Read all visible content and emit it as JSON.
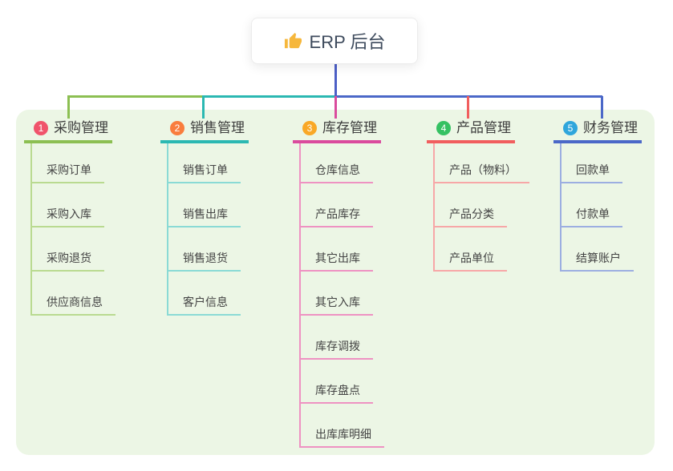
{
  "root": {
    "icon": "thumbs-up-icon",
    "label": "ERP 后台"
  },
  "branches": [
    {
      "index": "1",
      "label": "采购管理",
      "colors": {
        "main": "#8cbf52",
        "light": "#b9da90",
        "badge": "#f0536b"
      },
      "children": [
        "采购订单",
        "采购入库",
        "采购退货",
        "供应商信息"
      ]
    },
    {
      "index": "2",
      "label": "销售管理",
      "colors": {
        "main": "#2bb8b2",
        "light": "#8adad5",
        "badge": "#f97d3d"
      },
      "children": [
        "销售订单",
        "销售出库",
        "销售退货",
        "客户信息"
      ]
    },
    {
      "index": "3",
      "label": "库存管理",
      "colors": {
        "main": "#da4b9d",
        "light": "#ee92c2",
        "badge": "#f9a826"
      },
      "children": [
        "仓库信息",
        "产品库存",
        "其它出库",
        "其它入库",
        "库存调拨",
        "库存盘点",
        "出库库明细"
      ]
    },
    {
      "index": "4",
      "label": "产品管理",
      "colors": {
        "main": "#f15e5e",
        "light": "#f7a7a7",
        "badge": "#35c162"
      },
      "children": [
        "产品（物料）",
        "产品分类",
        "产品单位"
      ]
    },
    {
      "index": "5",
      "label": "财务管理",
      "colors": {
        "main": "#4b68c8",
        "light": "#9caee1",
        "badge": "#2fa6dc"
      },
      "children": [
        "回款单",
        "付款单",
        "结算账户"
      ]
    }
  ],
  "colors": {
    "panel": "#ecf6e5",
    "root_line": "#4c5fc6"
  }
}
